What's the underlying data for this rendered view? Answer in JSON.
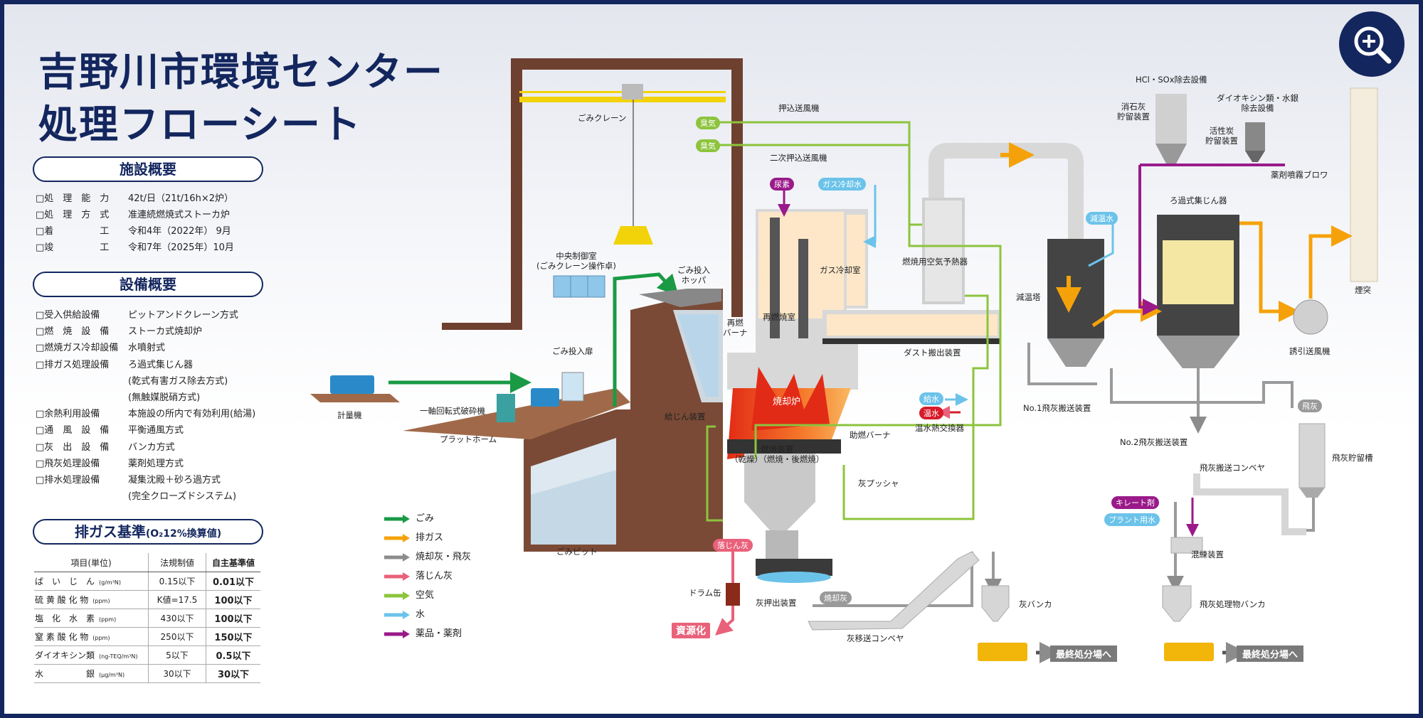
{
  "title": {
    "line1": "吉野川市環境センター",
    "line2": "処理フローシート"
  },
  "facility": {
    "heading": "施設概要",
    "items": [
      {
        "k": "□処　理　能　力",
        "v": "42t/日（21t/16h×2炉）"
      },
      {
        "k": "□処　理　方　式",
        "v": "准連続燃焼式ストーカ炉"
      },
      {
        "k": "□着　　　　　工",
        "v": "令和4年（2022年） 9月"
      },
      {
        "k": "□竣　　　　　工",
        "v": "令和7年（2025年）10月"
      }
    ]
  },
  "equipment": {
    "heading": "設備概要",
    "items": [
      {
        "k": "□受入供給設備",
        "v": "ピットアンドクレーン方式"
      },
      {
        "k": "□燃　焼　設　備",
        "v": "ストーカ式焼却炉"
      },
      {
        "k": "□燃焼ガス冷却設備",
        "v": "水噴射式"
      },
      {
        "k": "□排ガス処理設備",
        "v": "ろ過式集じん器"
      },
      {
        "k": "",
        "v": "(乾式有害ガス除去方式)"
      },
      {
        "k": "",
        "v": "(無触媒脱硝方式)"
      },
      {
        "k": "□余熱利用設備",
        "v": "本施設の所内で有効利用(給湯)"
      },
      {
        "k": "□通　風　設　備",
        "v": "平衡通風方式"
      },
      {
        "k": "□灰　出　設　備",
        "v": "バンカ方式"
      },
      {
        "k": "□飛灰処理設備",
        "v": "薬剤処理方式"
      },
      {
        "k": "□排水処理設備",
        "v": "凝集沈殿＋砂ろ過方式"
      },
      {
        "k": "",
        "v": "(完全クローズドシステム)"
      }
    ]
  },
  "emission": {
    "heading": "排ガス基準",
    "heading_sub": "(O₂12%換算値)",
    "columns": [
      "項目(単位)",
      "法規制値",
      "自主基準値"
    ],
    "rows": [
      {
        "item": "ば　い　じ　ん",
        "unit": "(g/m³N)",
        "legal": "0.15以下",
        "self": "0.01以下"
      },
      {
        "item": "硫 黄 酸 化 物",
        "unit": "(ppm)",
        "legal": "K値=17.5",
        "self": "100以下"
      },
      {
        "item": "塩　化　水　素",
        "unit": "(ppm)",
        "legal": "430以下",
        "self": "100以下"
      },
      {
        "item": "窒 素 酸 化 物",
        "unit": "(ppm)",
        "legal": "250以下",
        "self": "150以下"
      },
      {
        "item": "ダイオキシン類",
        "unit": "(ng-TEQ/m³N)",
        "legal": "5以下",
        "self": "0.5以下"
      },
      {
        "item": "水　　　　　銀",
        "unit": "(μg/m³N)",
        "legal": "30以下",
        "self": "30以下"
      }
    ]
  },
  "legend": [
    {
      "label": "ごみ",
      "color": "#1a9a45"
    },
    {
      "label": "排ガス",
      "color": "#f5a20a"
    },
    {
      "label": "焼却灰・飛灰",
      "color": "#8c8c8c"
    },
    {
      "label": "落じん灰",
      "color": "#e9617a"
    },
    {
      "label": "空気",
      "color": "#8cc43d"
    },
    {
      "label": "水",
      "color": "#6cc3ea"
    },
    {
      "label": "薬品・薬剤",
      "color": "#9a1a8a"
    }
  ],
  "labels": {
    "crane": "ごみクレーン",
    "control_room": "中央制御室\n(ごみクレーン操作卓)",
    "hopper": "ごみ投入\nホッパ",
    "door": "ごみ投入扉",
    "crusher": "一軸回転式破砕機",
    "platform": "プラットホーム",
    "scale": "計量機",
    "pit": "ごみピット",
    "feeder": "給じん装置",
    "furnace": "焼却炉",
    "reburn_room": "再燃焼室",
    "reburner": "再燃\nバーナ",
    "gas_cooling_room": "ガス冷却室",
    "forced_fan": "押込送風機",
    "secondary_fan": "二次押込送風機",
    "air_heater": "燃焼用空気予熱器",
    "dust_conveyor": "ダスト搬出装置",
    "aux_burner": "助燃バーナ",
    "grate": "燃焼装置\n（乾燥）（燃焼・後燃焼）",
    "ash_pusher": "灰プッシャ",
    "hot_water_hx": "温水熱交換器",
    "ash_extractor": "灰押出装置",
    "drum": "ドラム缶",
    "ash_transfer": "灰移送コンベヤ",
    "ash_bunker": "灰バンカ",
    "cooling_tower": "減温塔",
    "no1_flyash": "No.1飛灰搬送装置",
    "no2_flyash": "No.2飛灰搬送装置",
    "bag_filter": "ろ過式集じん器",
    "hcl_sox": "HCl・SOx除去設備",
    "lime_silo": "消石灰\n貯留装置",
    "dioxin": "ダイオキシン類・水銀\n除去設備",
    "carbon_silo": "活性炭\n貯留装置",
    "blower": "薬剤噴霧ブロワ",
    "induced_fan": "誘引送風機",
    "stack": "煙突",
    "flyash_silo": "飛灰貯留槽",
    "flyash_conveyor": "飛灰搬送コンベヤ",
    "mixer": "混練装置",
    "flyash_bunker": "飛灰処理物バンカ"
  },
  "tags": {
    "smell1": "臭気",
    "smell2": "臭気",
    "urea": "尿素",
    "gas_cool_water": "ガス冷却水",
    "cool_water": "減温水",
    "supply_water": "給水",
    "hot_water": "温水",
    "drop_ash": "落じん灰",
    "resource": "資源化",
    "bottom_ash": "焼却灰",
    "fly_ash": "飛灰",
    "chelate": "キレート剤",
    "plant_water": "プラント用水"
  },
  "destinations": [
    "最終処分場へ",
    "最終処分場へ"
  ],
  "colors": {
    "navy": "#13265e",
    "trash": "#1a9a45",
    "gas": "#f5a20a",
    "ash": "#8c8c8c",
    "dropash": "#e9617a",
    "air": "#8cc43d",
    "water": "#6cc3ea",
    "chem": "#9a1a8a"
  }
}
